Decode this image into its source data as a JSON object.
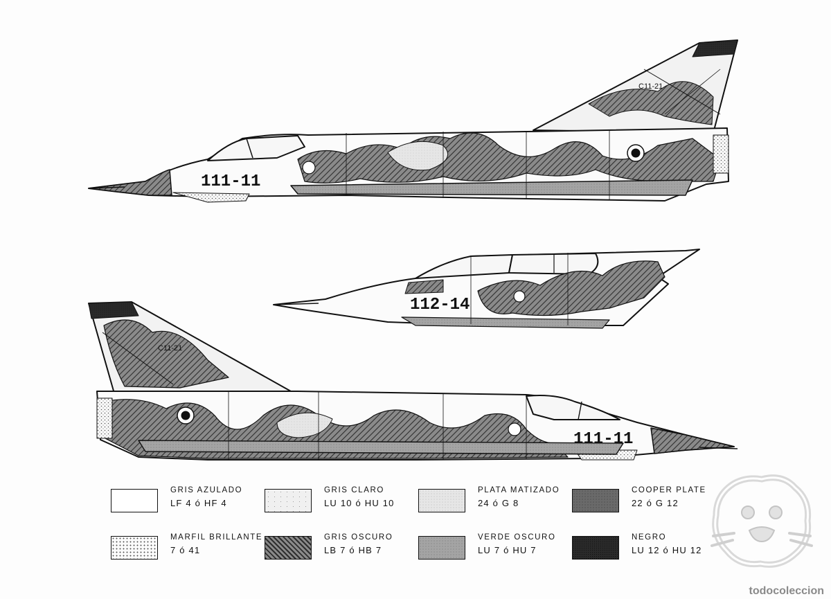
{
  "markings": {
    "top_serial": "111-11",
    "top_tail_code": "C11-21",
    "middle_serial": "112-14",
    "bottom_serial": "111-11",
    "bottom_tail_code": "C11-21"
  },
  "legend": [
    {
      "name": "GRIS AZULADO",
      "code": "LF 4 ó HF 4",
      "fill": "white"
    },
    {
      "name": "GRIS CLARO",
      "code": "LU 10 ó HU 10",
      "fill": "speckle"
    },
    {
      "name": "PLATA MATIZADO",
      "code": "24 ó G 8",
      "fill": "fine-speckle"
    },
    {
      "name": "COOPER PLATE",
      "code": "22 ó G 12",
      "fill": "dark-grey"
    },
    {
      "name": "MARFIL BRILLANTE",
      "code": "7 ó 41",
      "fill": "dots"
    },
    {
      "name": "GRIS OSCURO",
      "code": "LB 7 ó HB 7",
      "fill": "hatch"
    },
    {
      "name": "VERDE OSCURO",
      "code": "LU 7 ó HU 7",
      "fill": "mid-grey"
    },
    {
      "name": "NEGRO",
      "code": "LU 12 ó HU 12",
      "fill": "black"
    }
  ],
  "colors": {
    "ink": "#111111",
    "gris_azulado": "#ffffff",
    "gris_claro": "#eeeeee",
    "plata_matizado": "#e3e3e3",
    "cooper_plate": "#6e6e6e",
    "marfil_brillante": "#f4f4f4",
    "gris_oscuro": "#8a8a8a",
    "verde_oscuro": "#a8a8a8",
    "negro": "#2a2a2a"
  },
  "watermark": "todocoleccion",
  "logo_icon": "lion-head-logo-icon"
}
